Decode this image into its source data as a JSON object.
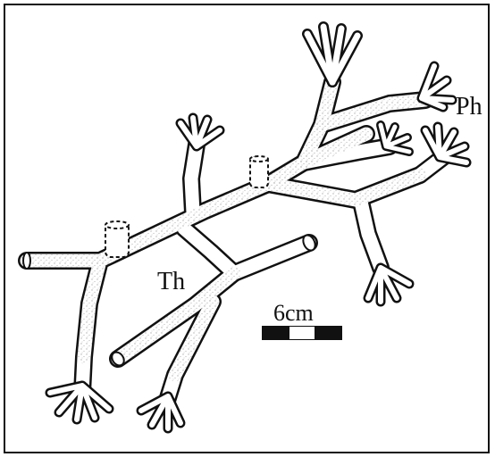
{
  "figure": {
    "labels": {
      "ph": "Ph",
      "th": "Th"
    },
    "scale_bar": {
      "text": "6cm",
      "segments": [
        "black",
        "white",
        "black"
      ]
    },
    "colors": {
      "ink": "#111111",
      "paper": "#ffffff",
      "stipple": "#6f6f6f"
    }
  }
}
